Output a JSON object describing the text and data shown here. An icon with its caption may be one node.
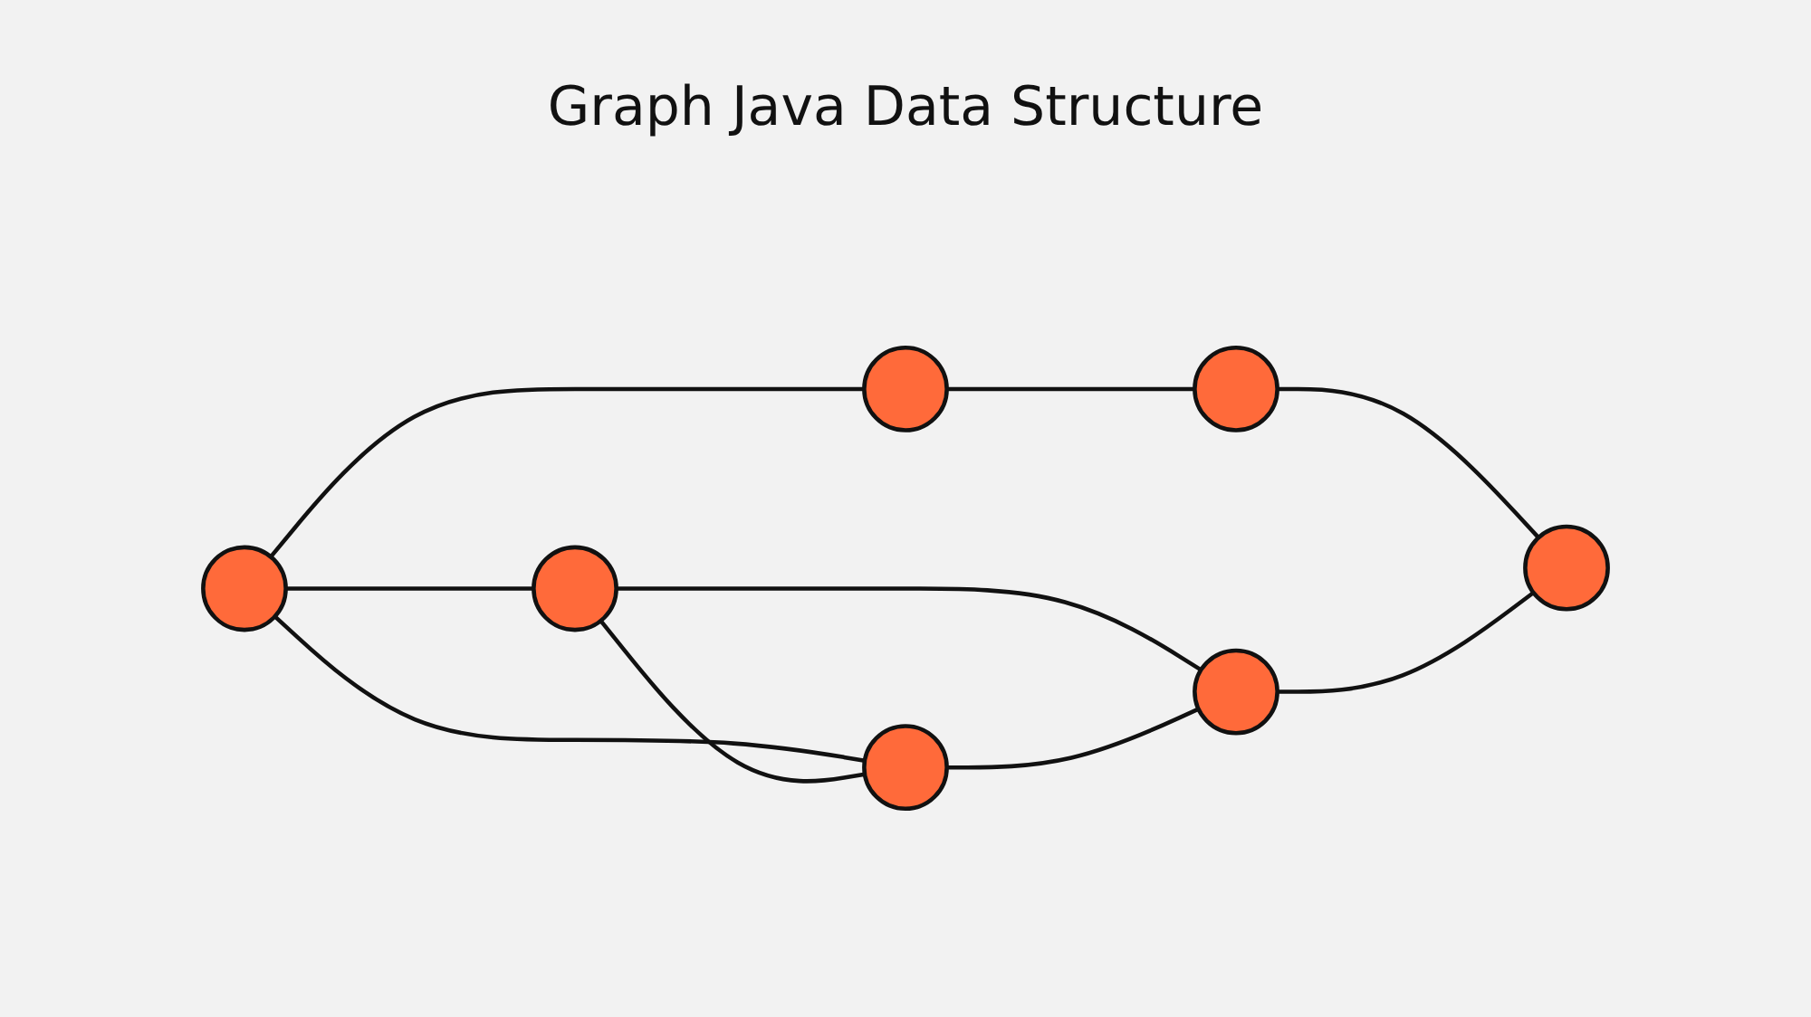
{
  "diagram": {
    "title": "Graph Java Data Structure",
    "nodes": [
      {
        "text": [],
        "shape": "circle"
      },
      {
        "text": [],
        "shape": "circle"
      },
      {
        "text": [],
        "shape": "circle"
      },
      {
        "text": [],
        "shape": "circle"
      },
      {
        "text": [],
        "shape": "circle"
      },
      {
        "text": [],
        "shape": "circle"
      },
      {
        "text": [],
        "shape": "circle"
      }
    ],
    "edges": [
      {
        "from": 1,
        "to": 0,
        "arrow": "none"
      },
      {
        "from": 0,
        "to": 2,
        "arrow": "none"
      },
      {
        "from": 1,
        "to": 3,
        "arrow": "none"
      },
      {
        "from": 1,
        "to": 4,
        "arrow": "none"
      },
      {
        "from": 3,
        "to": 4,
        "arrow": "none"
      },
      {
        "from": 3,
        "to": 6,
        "arrow": "none"
      },
      {
        "from": 4,
        "to": 6,
        "arrow": "none"
      },
      {
        "from": 2,
        "to": 5,
        "arrow": "none"
      },
      {
        "from": 6,
        "to": 5,
        "arrow": "none"
      }
    ]
  }
}
